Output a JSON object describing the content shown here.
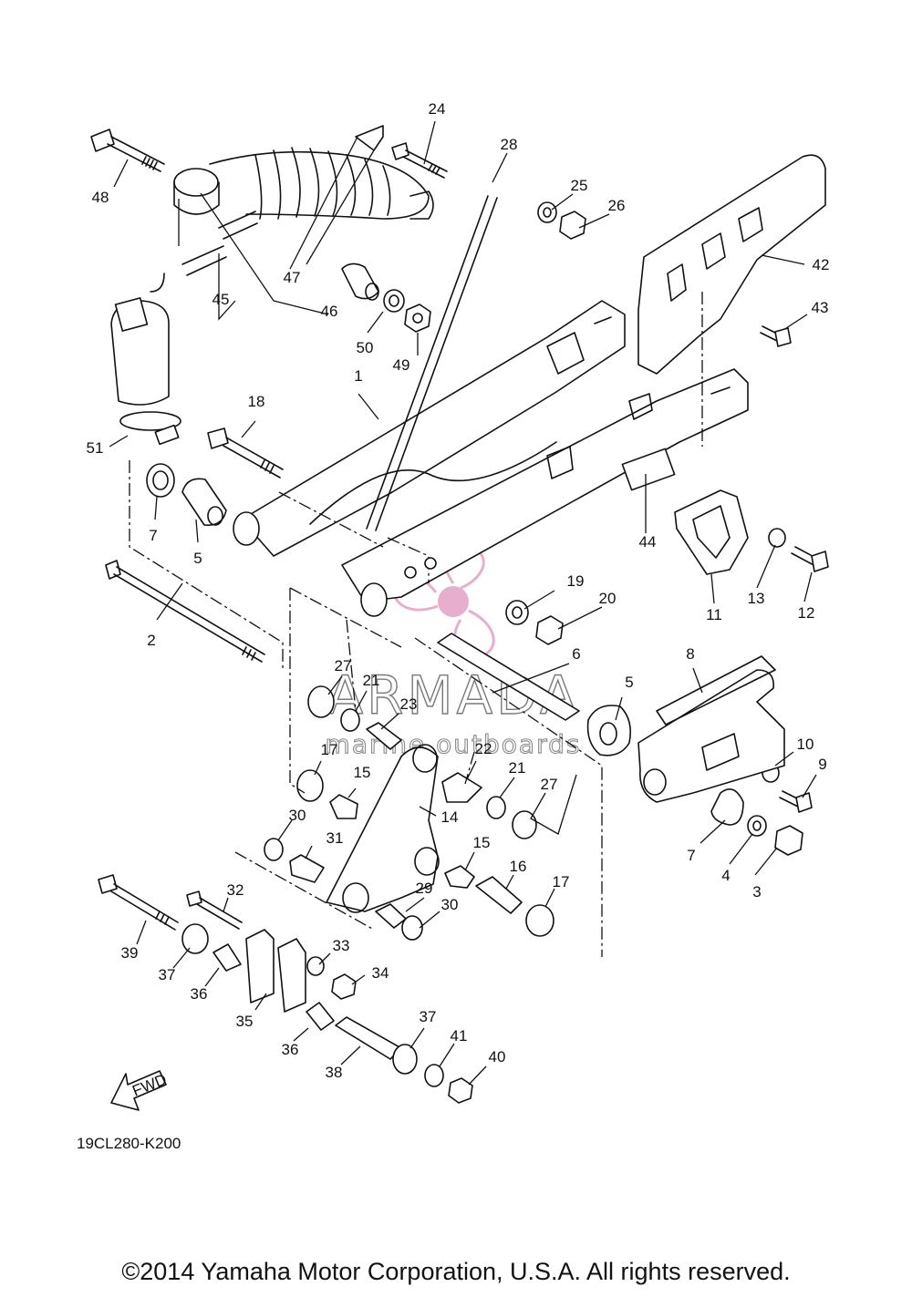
{
  "diagram": {
    "drawing_code": "19CL280-K200",
    "fwd_label": "FWD",
    "copyright": "©2014 Yamaha Motor Corporation, U.S.A. All rights reserved.",
    "watermark": {
      "brand": "ARMADA",
      "tagline": "marine outboards",
      "accent_color": "#e6a6c8"
    },
    "callouts": [
      {
        "id": "c1",
        "label": "1"
      },
      {
        "id": "c2",
        "label": "2"
      },
      {
        "id": "c3",
        "label": "3"
      },
      {
        "id": "c4",
        "label": "4"
      },
      {
        "id": "c5a",
        "label": "5"
      },
      {
        "id": "c5b",
        "label": "5"
      },
      {
        "id": "c6",
        "label": "6"
      },
      {
        "id": "c7a",
        "label": "7"
      },
      {
        "id": "c7b",
        "label": "7"
      },
      {
        "id": "c8",
        "label": "8"
      },
      {
        "id": "c9",
        "label": "9"
      },
      {
        "id": "c10",
        "label": "10"
      },
      {
        "id": "c11",
        "label": "11"
      },
      {
        "id": "c12",
        "label": "12"
      },
      {
        "id": "c13",
        "label": "13"
      },
      {
        "id": "c14",
        "label": "14"
      },
      {
        "id": "c15a",
        "label": "15"
      },
      {
        "id": "c15b",
        "label": "15"
      },
      {
        "id": "c16",
        "label": "16"
      },
      {
        "id": "c17a",
        "label": "17"
      },
      {
        "id": "c17b",
        "label": "17"
      },
      {
        "id": "c18",
        "label": "18"
      },
      {
        "id": "c19",
        "label": "19"
      },
      {
        "id": "c20",
        "label": "20"
      },
      {
        "id": "c21a",
        "label": "21"
      },
      {
        "id": "c21b",
        "label": "21"
      },
      {
        "id": "c22",
        "label": "22"
      },
      {
        "id": "c23",
        "label": "23"
      },
      {
        "id": "c24",
        "label": "24"
      },
      {
        "id": "c25",
        "label": "25"
      },
      {
        "id": "c26",
        "label": "26"
      },
      {
        "id": "c27a",
        "label": "27"
      },
      {
        "id": "c27b",
        "label": "27"
      },
      {
        "id": "c28",
        "label": "28"
      },
      {
        "id": "c29",
        "label": "29"
      },
      {
        "id": "c30a",
        "label": "30"
      },
      {
        "id": "c30b",
        "label": "30"
      },
      {
        "id": "c31",
        "label": "31"
      },
      {
        "id": "c32",
        "label": "32"
      },
      {
        "id": "c33",
        "label": "33"
      },
      {
        "id": "c34",
        "label": "34"
      },
      {
        "id": "c35",
        "label": "35"
      },
      {
        "id": "c36a",
        "label": "36"
      },
      {
        "id": "c36b",
        "label": "36"
      },
      {
        "id": "c37a",
        "label": "37"
      },
      {
        "id": "c37b",
        "label": "37"
      },
      {
        "id": "c38",
        "label": "38"
      },
      {
        "id": "c39",
        "label": "39"
      },
      {
        "id": "c40",
        "label": "40"
      },
      {
        "id": "c41",
        "label": "41"
      },
      {
        "id": "c42",
        "label": "42"
      },
      {
        "id": "c43",
        "label": "43"
      },
      {
        "id": "c44",
        "label": "44"
      },
      {
        "id": "c45",
        "label": "45"
      },
      {
        "id": "c46",
        "label": "46"
      },
      {
        "id": "c47",
        "label": "47"
      },
      {
        "id": "c48",
        "label": "48"
      },
      {
        "id": "c49",
        "label": "49"
      },
      {
        "id": "c50",
        "label": "50"
      },
      {
        "id": "c51",
        "label": "51"
      }
    ]
  }
}
